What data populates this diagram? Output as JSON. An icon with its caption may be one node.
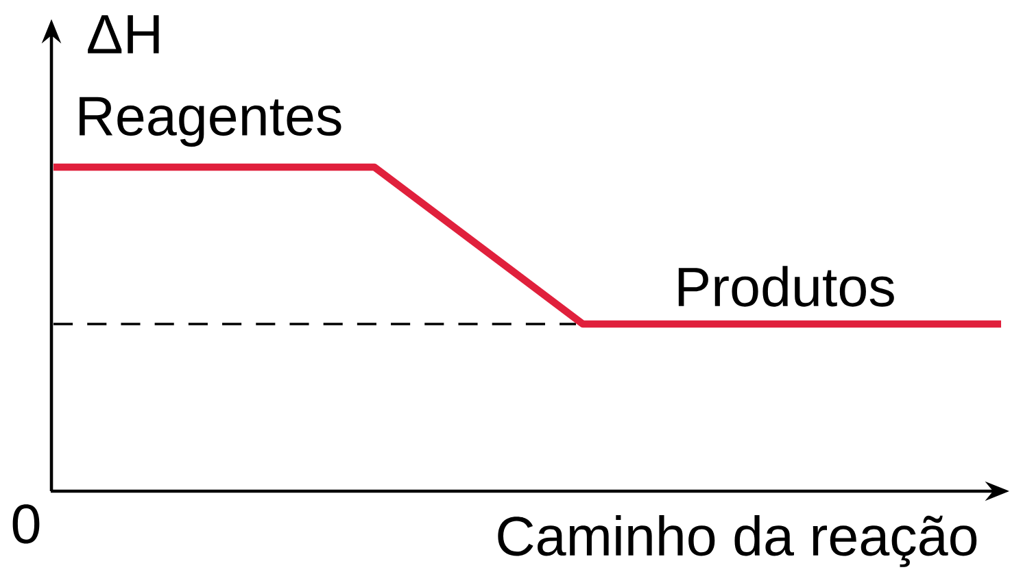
{
  "diagram": {
    "labels": [
      "ΔH",
      "Reagentes",
      "Produtos",
      "0",
      "Caminho da reação"
    ]
  }
}
